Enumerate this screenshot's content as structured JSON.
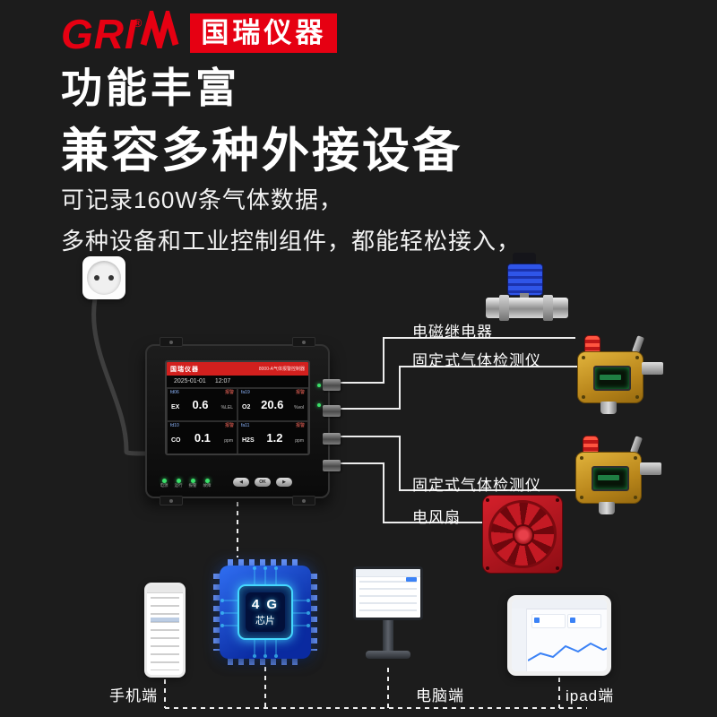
{
  "brand": {
    "wordmark": "GRI",
    "registered": "®",
    "name": "国瑞仪器"
  },
  "headlines": {
    "h1": "功能丰富",
    "h2": "兼容多种外接设备"
  },
  "body_text": {
    "line1": "可记录160W条气体数据，",
    "line2": "多种设备和工业控制组件，都能轻松接入，"
  },
  "controller_screen": {
    "brand": "国瑞仪器",
    "model": "8000-A气体报警控制器",
    "date": "2025-01-01",
    "time": "12:07",
    "channels": [
      {
        "id": "fd06",
        "status": "报警",
        "gas": "EX",
        "value": "0.6",
        "unit": "%LEL"
      },
      {
        "id": "fa19",
        "status": "报警",
        "gas": "O2",
        "value": "20.6",
        "unit": "%vol"
      },
      {
        "id": "fd10",
        "status": "报警",
        "gas": "CO",
        "value": "0.1",
        "unit": "ppm"
      },
      {
        "id": "fa11",
        "status": "报警",
        "gas": "H2S",
        "value": "1.2",
        "unit": "ppm"
      }
    ],
    "buttons": [
      "◀",
      "OK",
      "▶"
    ],
    "leds": [
      "电源",
      "运行",
      "报警",
      "故障"
    ]
  },
  "peripheral_labels": {
    "relay": "电磁继电器",
    "detector1": "固定式气体检测仪",
    "detector2": "固定式气体检测仪",
    "fan": "电风扇"
  },
  "endpoint_labels": {
    "phone": "手机端",
    "pc": "电脑端",
    "ipad": "ipad端"
  },
  "chip": {
    "line1": "4 G",
    "line2": "芯片"
  },
  "colors": {
    "accent_red": "#e60012",
    "screen_header_red": "#d2201e",
    "chip_blue": "#1d55e0",
    "chip_glow": "#45d8ff",
    "detector_yellow": "#c9991f",
    "fan_red": "#c41a24",
    "valve_blue": "#2f55e8",
    "led_green": "#3be06a",
    "background": "#1c1c1c"
  }
}
